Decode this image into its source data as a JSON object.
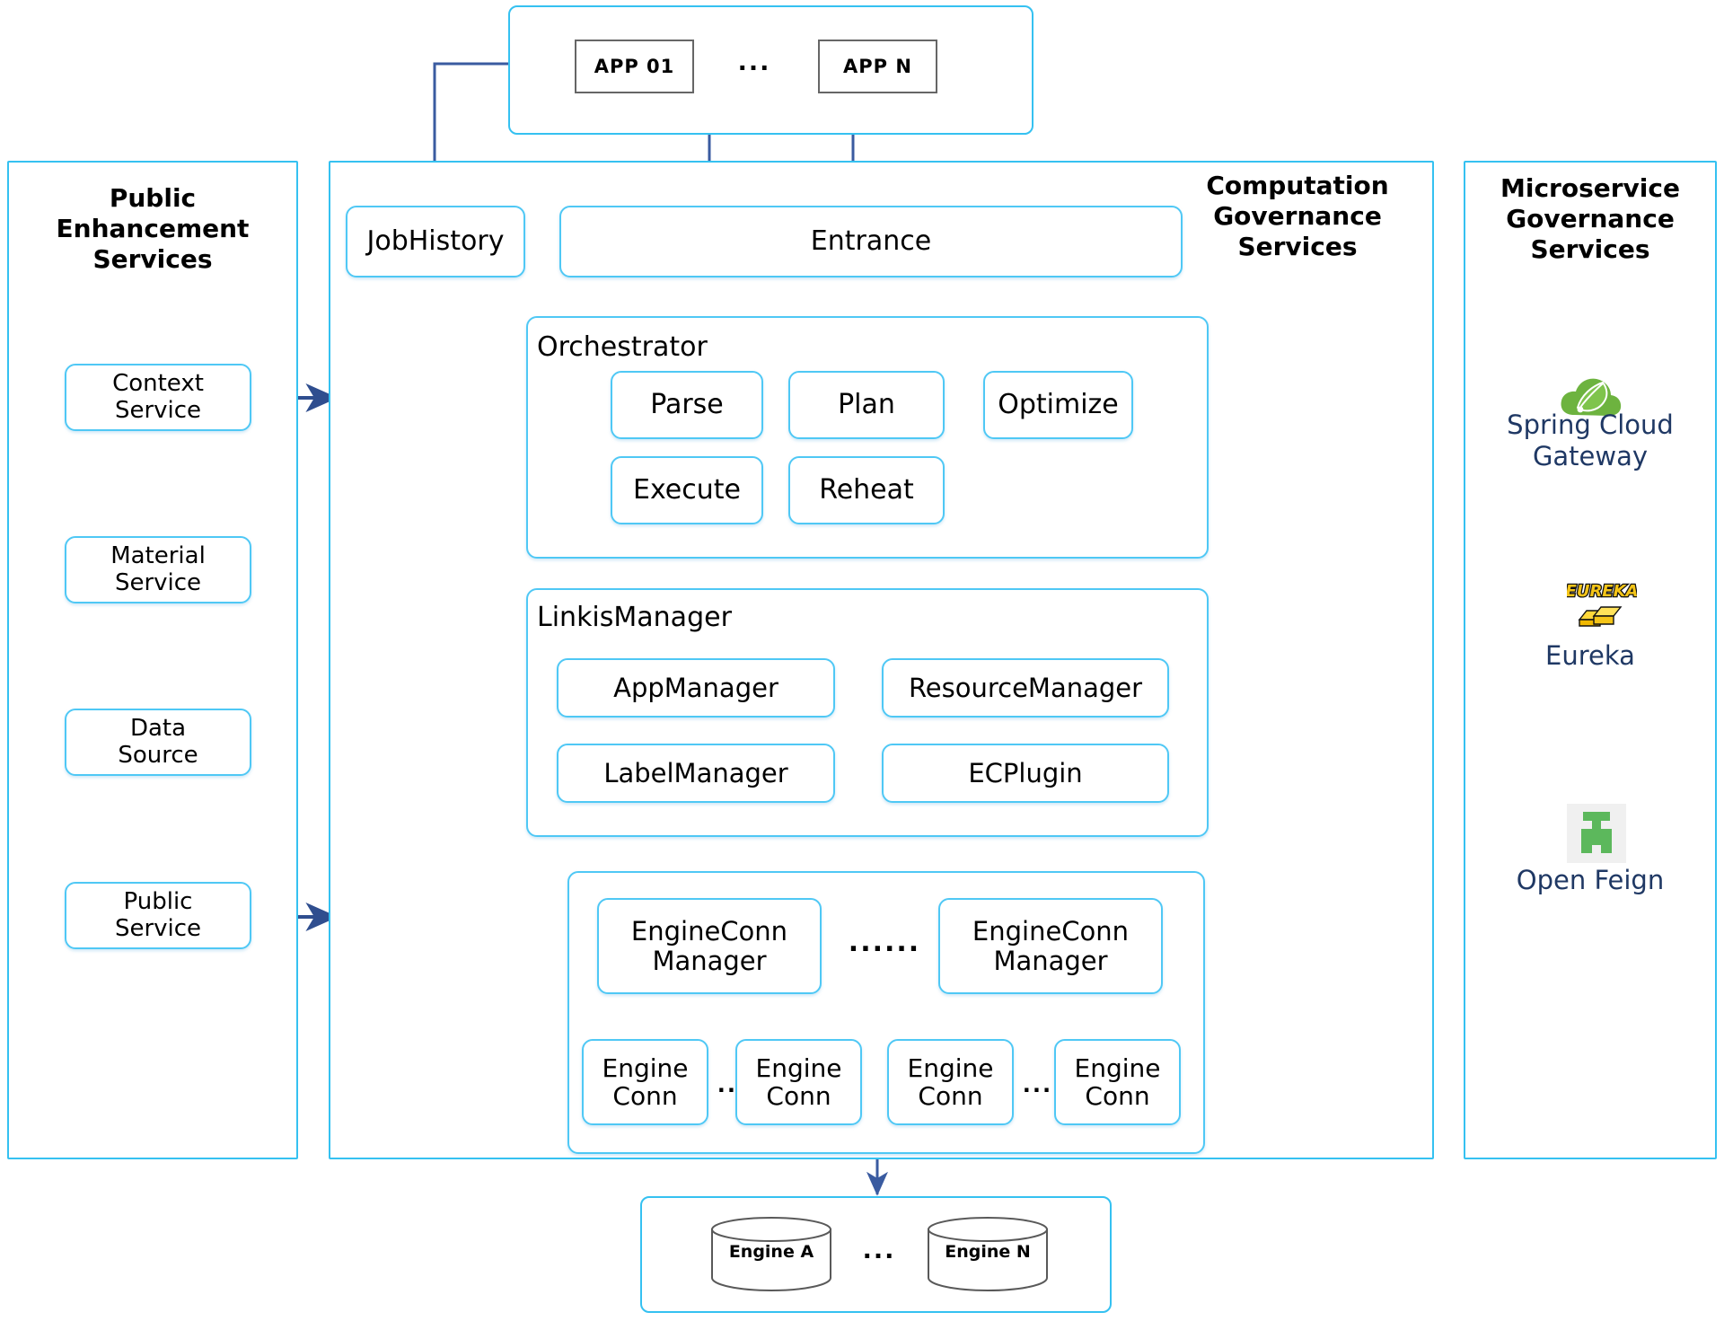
{
  "colors": {
    "panel_border": "#35C1F1",
    "box_border": "#4FC8F5",
    "arrow": "#3A5BA0",
    "app_border": "#666666",
    "logo_text": "#1F3864",
    "spring_green": "#6DB33F",
    "eureka_gold": "#F5C518",
    "feign_green": "#5CB85C",
    "cylinder_stroke": "#595959"
  },
  "app_panel": {
    "name": "application-layer",
    "apps": [
      {
        "label": "APP 01"
      },
      {
        "label": "APP N"
      }
    ],
    "ellipsis": "..."
  },
  "left_panel": {
    "title": "Public\nEnhancement\nServices",
    "services": [
      {
        "label": "Context\nService"
      },
      {
        "label": "Material\nService"
      },
      {
        "label": "Data\nSource"
      },
      {
        "label": "Public\nService"
      }
    ]
  },
  "center_panel": {
    "title": "Computation\nGovernance\nServices",
    "job_history": {
      "label": "JobHistory"
    },
    "entrance": {
      "label": "Entrance"
    },
    "orchestrator": {
      "title": "Orchestrator",
      "modules": [
        {
          "label": "Parse"
        },
        {
          "label": "Plan"
        },
        {
          "label": "Optimize"
        },
        {
          "label": "Execute"
        },
        {
          "label": "Reheat"
        }
      ]
    },
    "linkis_manager": {
      "title": "LinkisManager",
      "modules": [
        {
          "label": "AppManager"
        },
        {
          "label": "ResourceManager"
        },
        {
          "label": "LabelManager"
        },
        {
          "label": "ECPlugin"
        }
      ]
    },
    "engine_conn_layer": {
      "managers": [
        {
          "label": "EngineConn\nManager"
        },
        {
          "label": "EngineConn\nManager"
        }
      ],
      "manager_ellipsis": "......",
      "conns": [
        {
          "label": "Engine\nConn"
        },
        {
          "label": "Engine\nConn"
        },
        {
          "label": "Engine\nConn"
        },
        {
          "label": "Engine\nConn"
        }
      ],
      "conn_ellipsis_left": ".....",
      "conn_ellipsis_right": "....."
    }
  },
  "right_panel": {
    "title": "Microservice\nGovernance\nServices",
    "items": [
      {
        "label": "Spring Cloud\nGateway",
        "icon": "spring-cloud-logo"
      },
      {
        "label": "Eureka",
        "icon": "eureka-logo",
        "mark": "EUREKA"
      },
      {
        "label": "Open Feign",
        "icon": "open-feign-logo"
      }
    ]
  },
  "engine_panel": {
    "engines": [
      {
        "label": "Engine A"
      },
      {
        "label": "Engine N"
      }
    ],
    "ellipsis": "..."
  }
}
